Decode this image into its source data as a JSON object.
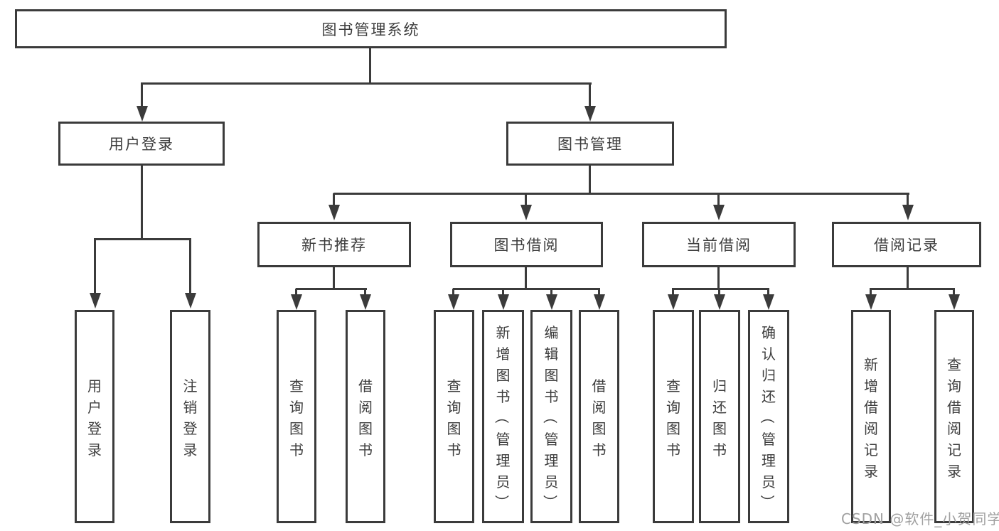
{
  "nodes": {
    "root": "图书管理系统",
    "level2": [
      "用户登录",
      "图书管理"
    ],
    "level3": [
      "新书推荐",
      "图书借阅",
      "当前借阅",
      "借阅记录"
    ],
    "leaves": [
      "用户登录",
      "注销登录",
      "查询图书",
      "借阅图书",
      "查询图书",
      "新增图书（管理员）",
      "编辑图书（管理员）",
      "借阅图书",
      "查询图书",
      "归还图书",
      "确认归还（管理员）",
      "新增借阅记录",
      "查询借阅记录"
    ]
  },
  "watermark": "CSDN @软件_小贺同学",
  "colors": {
    "line": "#3b3b3b",
    "text": "#3d3d3d",
    "background": "#ffffff",
    "watermark": "#a0a0a0"
  }
}
